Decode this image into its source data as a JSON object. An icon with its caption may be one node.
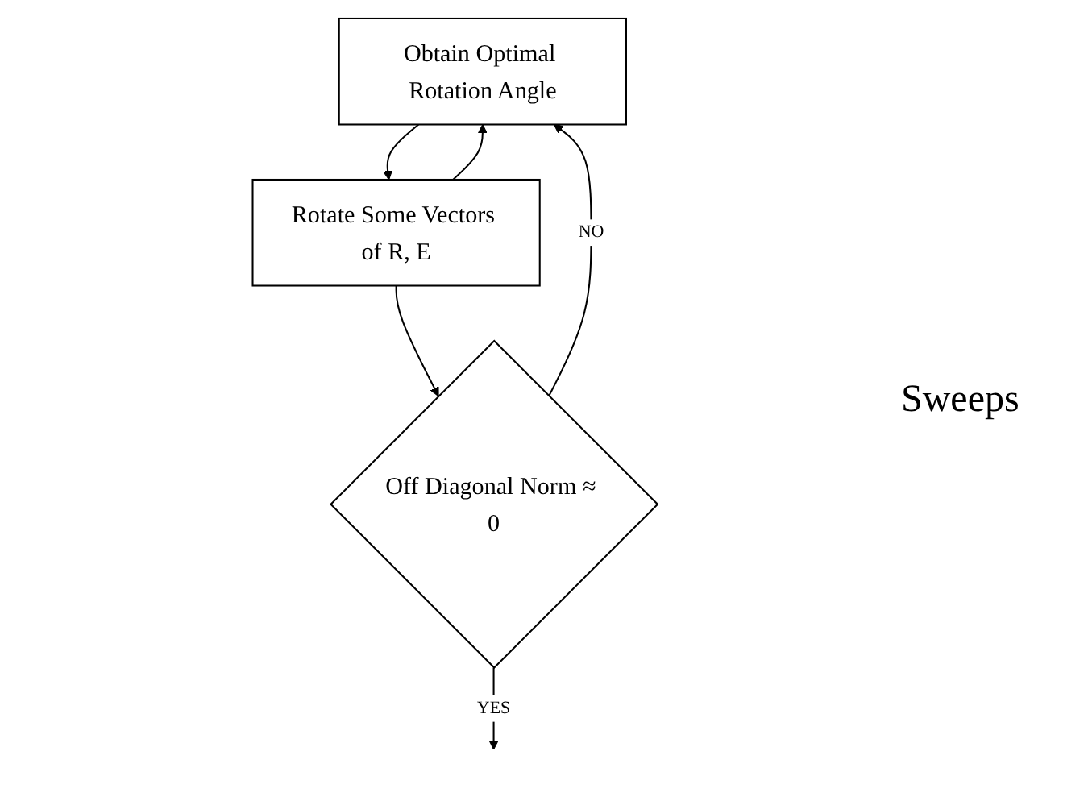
{
  "diagram": {
    "nodes": [
      {
        "text": [
          "Obtain Optimal Rotation Angle"
        ]
      },
      {
        "text": [
          "Rotate Some Vectors of R, E"
        ]
      },
      {
        "text": [
          "Off Diagonal Norm ≈ 0"
        ]
      }
    ],
    "edges": [
      {
        "from": 0,
        "to": 1,
        "arrow": "to"
      },
      {
        "from": 1,
        "to": 0,
        "arrow": "to"
      },
      {
        "from": 1,
        "to": 2,
        "arrow": "to"
      },
      {
        "from": 2,
        "to": 0,
        "label": "NO",
        "arrow": "to"
      },
      {
        "from": 2,
        "to": null,
        "label": "YES",
        "arrow": "to"
      }
    ],
    "labels": [
      "Sweeps"
    ]
  }
}
